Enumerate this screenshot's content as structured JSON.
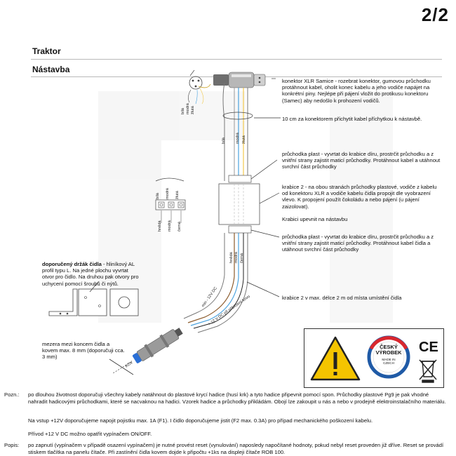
{
  "page": {
    "number": "2/2",
    "title": "Traktor",
    "subtitle": "Nástavba"
  },
  "wire_labels": {
    "top_pin": [
      "bílá",
      "modrá",
      "žlutá"
    ],
    "cable_top": [
      "bílá",
      "modrá",
      "žlutá"
    ],
    "terminal_top": [
      "bílá",
      "modrá",
      "žlutá"
    ],
    "terminal_bottom": [
      "hnědá",
      "modrá",
      "černá"
    ],
    "cable_bottom": [
      "hnědá",
      "modrá",
      "černá"
    ],
    "power_minus": "min - 12V DC",
    "power_plus": "+ 12 V DC při přiblížení kovu",
    "metal": "KOV"
  },
  "notes": {
    "xlr": "konektor XLR Samice - rozebrat konektor, gumovou průchodku protáhnout kabel, oholit konec kabelu a jeho vodiče napájet na konkrétní piny. Nejlépe při pájení vložit do protikusu konektoru (Samec) aby nedošlo k prohození vodičů.",
    "clip": "10 cm za konektorem přichytit kabel příchytkou k nástavbě.",
    "grommet_top": "průchodka plast - vyvrtat do krabice díru, prostrčit průchodku a z vnitřní strany zajistit maticí průchodky. Protáhnout kabel a utáhnout svrchní část průchodky",
    "box": "krabice 2 - na obou stranách průchodky plastové, vodiče z kabelu od konektoru XLR a vodiče kabelu čidla propojit dle vyobrazení vlevo. K propojení použít čokoládu a nebo pájení (u pájení zaizolovat).",
    "box_mount": "Krabici  upevnit na nástavbu",
    "grommet_bottom": "průchodka plast - vyvrtat do krabice díru, prostrčit průchodku a z vnitřní strany zajistit maticí průchodky. Protáhnout kabel čidla a utáhnout svrchní část průchodky",
    "cable_length": "krabice 2 v max. délce 2 m od místa umístění čidla",
    "holder_bold": "doporučený držák čidla",
    "holder_rest": " - hliníkový AL profil typu L. Na jedné plochu vyvrtat otvor pro čidlo. Na druhou pak otvory pro uchycení pomocí šroubů či nýtů.",
    "gap": "mezera mezi koncem čidla a kovem max. 8 mm (doporučuji cca. 3 mm)"
  },
  "badge": {
    "line1": "ČESKÝ",
    "line2": "VÝROBEK",
    "line3": "MADE IN",
    "line4": "CZECH",
    "ce": "CE"
  },
  "footer": {
    "pozn_label": "Pozn.:",
    "pozn_1": "po dlouhou životnost doporučuji všechny kabely natáhnout do plastové krycí hadice (husí krk) a tyto hadice připevnit pomocí spon. Průchodky plastové Pg9 je pak vhodné nahradit hadicovými průchodkami, které se nacvaknou na hadici. Vzorek hadice a průchodky přikládám. Obojí lze zakoupit u nás a nebo v prodejně elektroinstalačního materiálu.",
    "pozn_2": "Na vstup +12V doporučujeme napojit pojistku max. 1A (F1). I čidlo doporučujeme jistit (F2 max. 0.3A) pro případ mechanického poškození kabelu.",
    "pozn_3": "Přívod +12 V DC možno opatřit vypínačem ON/OFF.",
    "popis_label": "Popis:",
    "popis": "po zapnutí (vypínačem v případě osazení vypínačem) je nutné provést reset (vynulování) naposledy napočítané hodnoty, pokud nebyl reset proveden již dříve. Reset se provádí stiskem tlačítka na panelu čítače. Při zastínění čidla kovem dojde k připočtu +1ks na displeji čítače ROB 100."
  },
  "colors": {
    "white_wire": "#9a9a9a",
    "blue_wire": "#4aa3df",
    "yellow_wire": "#f2c94c",
    "brown_wire": "#8b5a2b",
    "black_wire": "#222222",
    "warning_yellow": "#f4c400",
    "badge_red": "#d9272e",
    "badge_blue": "#1f5aa6"
  }
}
